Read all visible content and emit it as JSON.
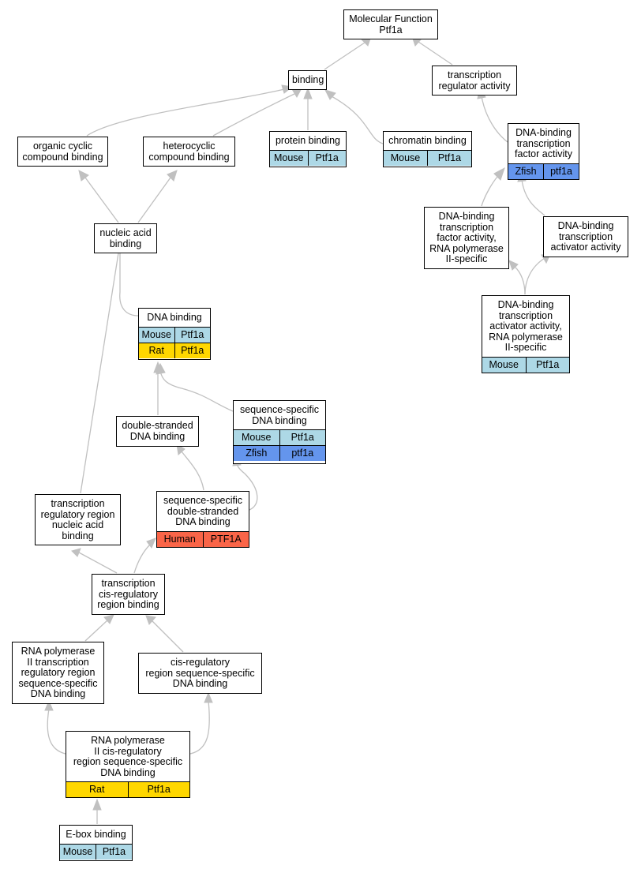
{
  "colors": {
    "edge": "#c0c0c0",
    "Mouse": "#add8e6",
    "Rat": "#ffd700",
    "Zfish": "#6495ed",
    "Human": "#fa6548"
  },
  "nodes": {
    "mf": {
      "label": "Molecular Function\nPtf1a",
      "rows": []
    },
    "binding": {
      "label": "binding",
      "rows": []
    },
    "tra": {
      "label": "transcription\nregulator activity",
      "rows": []
    },
    "occb": {
      "label": "organic cyclic\ncompound binding",
      "rows": []
    },
    "hcb": {
      "label": "heterocyclic\ncompound binding",
      "rows": []
    },
    "pb": {
      "label": "protein binding",
      "rows": [
        {
          "species": "Mouse",
          "gene": "Ptf1a"
        }
      ]
    },
    "cb": {
      "label": "chromatin binding",
      "rows": [
        {
          "species": "Mouse",
          "gene": "Ptf1a"
        }
      ]
    },
    "dbtfa": {
      "label": "DNA-binding\ntranscription\nfactor activity",
      "rows": [
        {
          "species": "Zfish",
          "gene": "ptf1a"
        }
      ]
    },
    "nab": {
      "label": "nucleic acid\nbinding",
      "rows": []
    },
    "dbtfa_rnap": {
      "label": "DNA-binding\ntranscription\nfactor activity,\nRNA polymerase\nII-specific",
      "rows": []
    },
    "dbtaa": {
      "label": "DNA-binding\ntranscription\nactivator activity",
      "rows": []
    },
    "dbtaa_rnap": {
      "label": "DNA-binding\ntranscription\nactivator activity,\nRNA polymerase\nII-specific",
      "rows": [
        {
          "species": "Mouse",
          "gene": "Ptf1a"
        }
      ]
    },
    "dnab": {
      "label": "DNA binding",
      "rows": [
        {
          "species": "Mouse",
          "gene": "Ptf1a"
        },
        {
          "species": "Rat",
          "gene": "Ptf1a"
        }
      ]
    },
    "dsdb": {
      "label": "double-stranded\nDNA binding",
      "rows": []
    },
    "ssdb": {
      "label": "sequence-specific\nDNA binding",
      "rows": [
        {
          "species": "Mouse",
          "gene": "Ptf1a"
        },
        {
          "species": "Zfish",
          "gene": "ptf1a"
        }
      ]
    },
    "trrnab": {
      "label": "transcription\nregulatory region\nnucleic acid\nbinding",
      "rows": []
    },
    "ssdsdb": {
      "label": "sequence-specific\ndouble-stranded\nDNA binding",
      "rows": [
        {
          "species": "Human",
          "gene": "PTF1A"
        }
      ]
    },
    "tcrrb": {
      "label": "transcription\ncis-regulatory\nregion binding",
      "rows": []
    },
    "rnap_trr": {
      "label": "RNA polymerase\nII transcription\nregulatory region\nsequence-specific\nDNA binding",
      "rows": []
    },
    "crr_ss": {
      "label": "cis-regulatory\nregion sequence-specific\nDNA binding",
      "rows": []
    },
    "rnap_crr": {
      "label": "RNA polymerase\nII cis-regulatory\nregion sequence-specific\nDNA binding",
      "rows": [
        {
          "species": "Rat",
          "gene": "Ptf1a"
        }
      ]
    },
    "ebox": {
      "label": "E-box binding",
      "rows": [
        {
          "species": "Mouse",
          "gene": "Ptf1a"
        }
      ]
    }
  }
}
